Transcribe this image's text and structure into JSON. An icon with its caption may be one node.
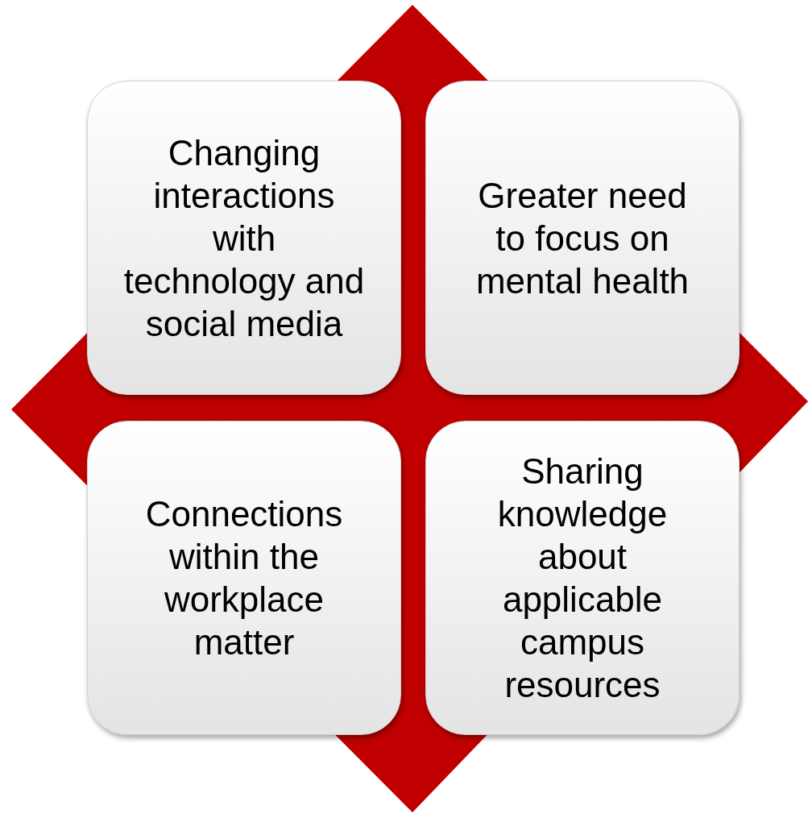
{
  "diagram": {
    "nodes": [
      {
        "text": [
          "Changing interactions with technology and social media"
        ]
      },
      {
        "text": [
          "Greater need to focus on mental health"
        ]
      },
      {
        "text": [
          "Connections within the workplace matter"
        ]
      },
      {
        "text": [
          "Sharing knowledge about applicable campus resources"
        ]
      }
    ]
  }
}
